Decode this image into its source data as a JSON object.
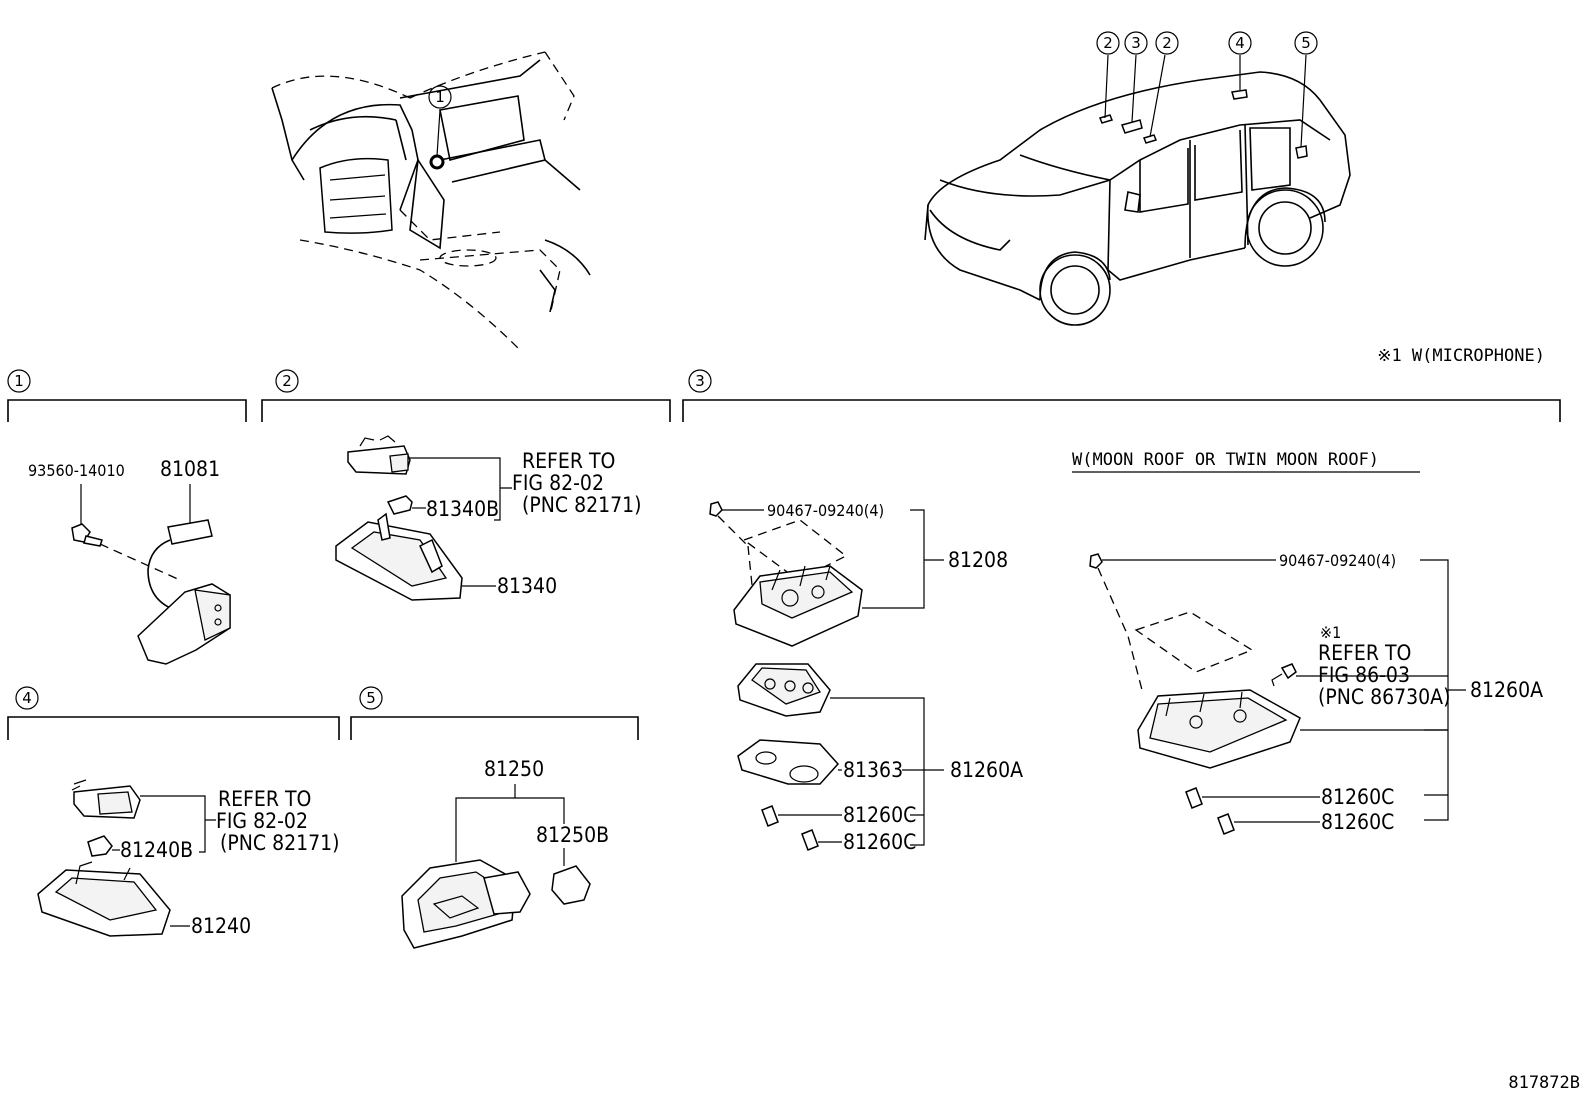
{
  "diagram": {
    "drawing_number": "817872B",
    "microphone_note": "※1 W(MICROPHONE)",
    "vehicle_callouts": [
      "2",
      "3",
      "2",
      "4",
      "5"
    ],
    "interior_callout": "1",
    "sections": [
      {
        "number": "1",
        "labels": {
          "screw": "93560-14010",
          "lamp": "81081"
        }
      },
      {
        "number": "2",
        "labels": {
          "bulb": "81340B",
          "lamp": "81340",
          "refer_1": "REFER TO",
          "refer_2": "FIG 82-02",
          "refer_3": "(PNC 82171)"
        }
      },
      {
        "number": "3",
        "labels": {
          "clip_a": "90467-09240(4)",
          "assy_a": "81208",
          "lens_a": "81363",
          "assy_a2": "81260A",
          "bulb_a1": "81260C",
          "bulb_a2": "81260C",
          "variant_heading": "W(MOON ROOF OR TWIN MOON ROOF)",
          "clip_b": "90467-09240(4)",
          "ref_mark": "※1",
          "refer_1": "REFER TO",
          "refer_2": "FIG 86-03",
          "refer_3": "(PNC 86730A)",
          "assy_b": "81260A",
          "bulb_b1": "81260C",
          "bulb_b2": "81260C"
        }
      },
      {
        "number": "4",
        "labels": {
          "bulb": "81240B",
          "lamp": "81240",
          "refer_1": "REFER TO",
          "refer_2": "FIG 82-02",
          "refer_3": "(PNC 82171)"
        }
      },
      {
        "number": "5",
        "labels": {
          "lamp": "81250",
          "bulb": "81250B"
        }
      }
    ]
  }
}
